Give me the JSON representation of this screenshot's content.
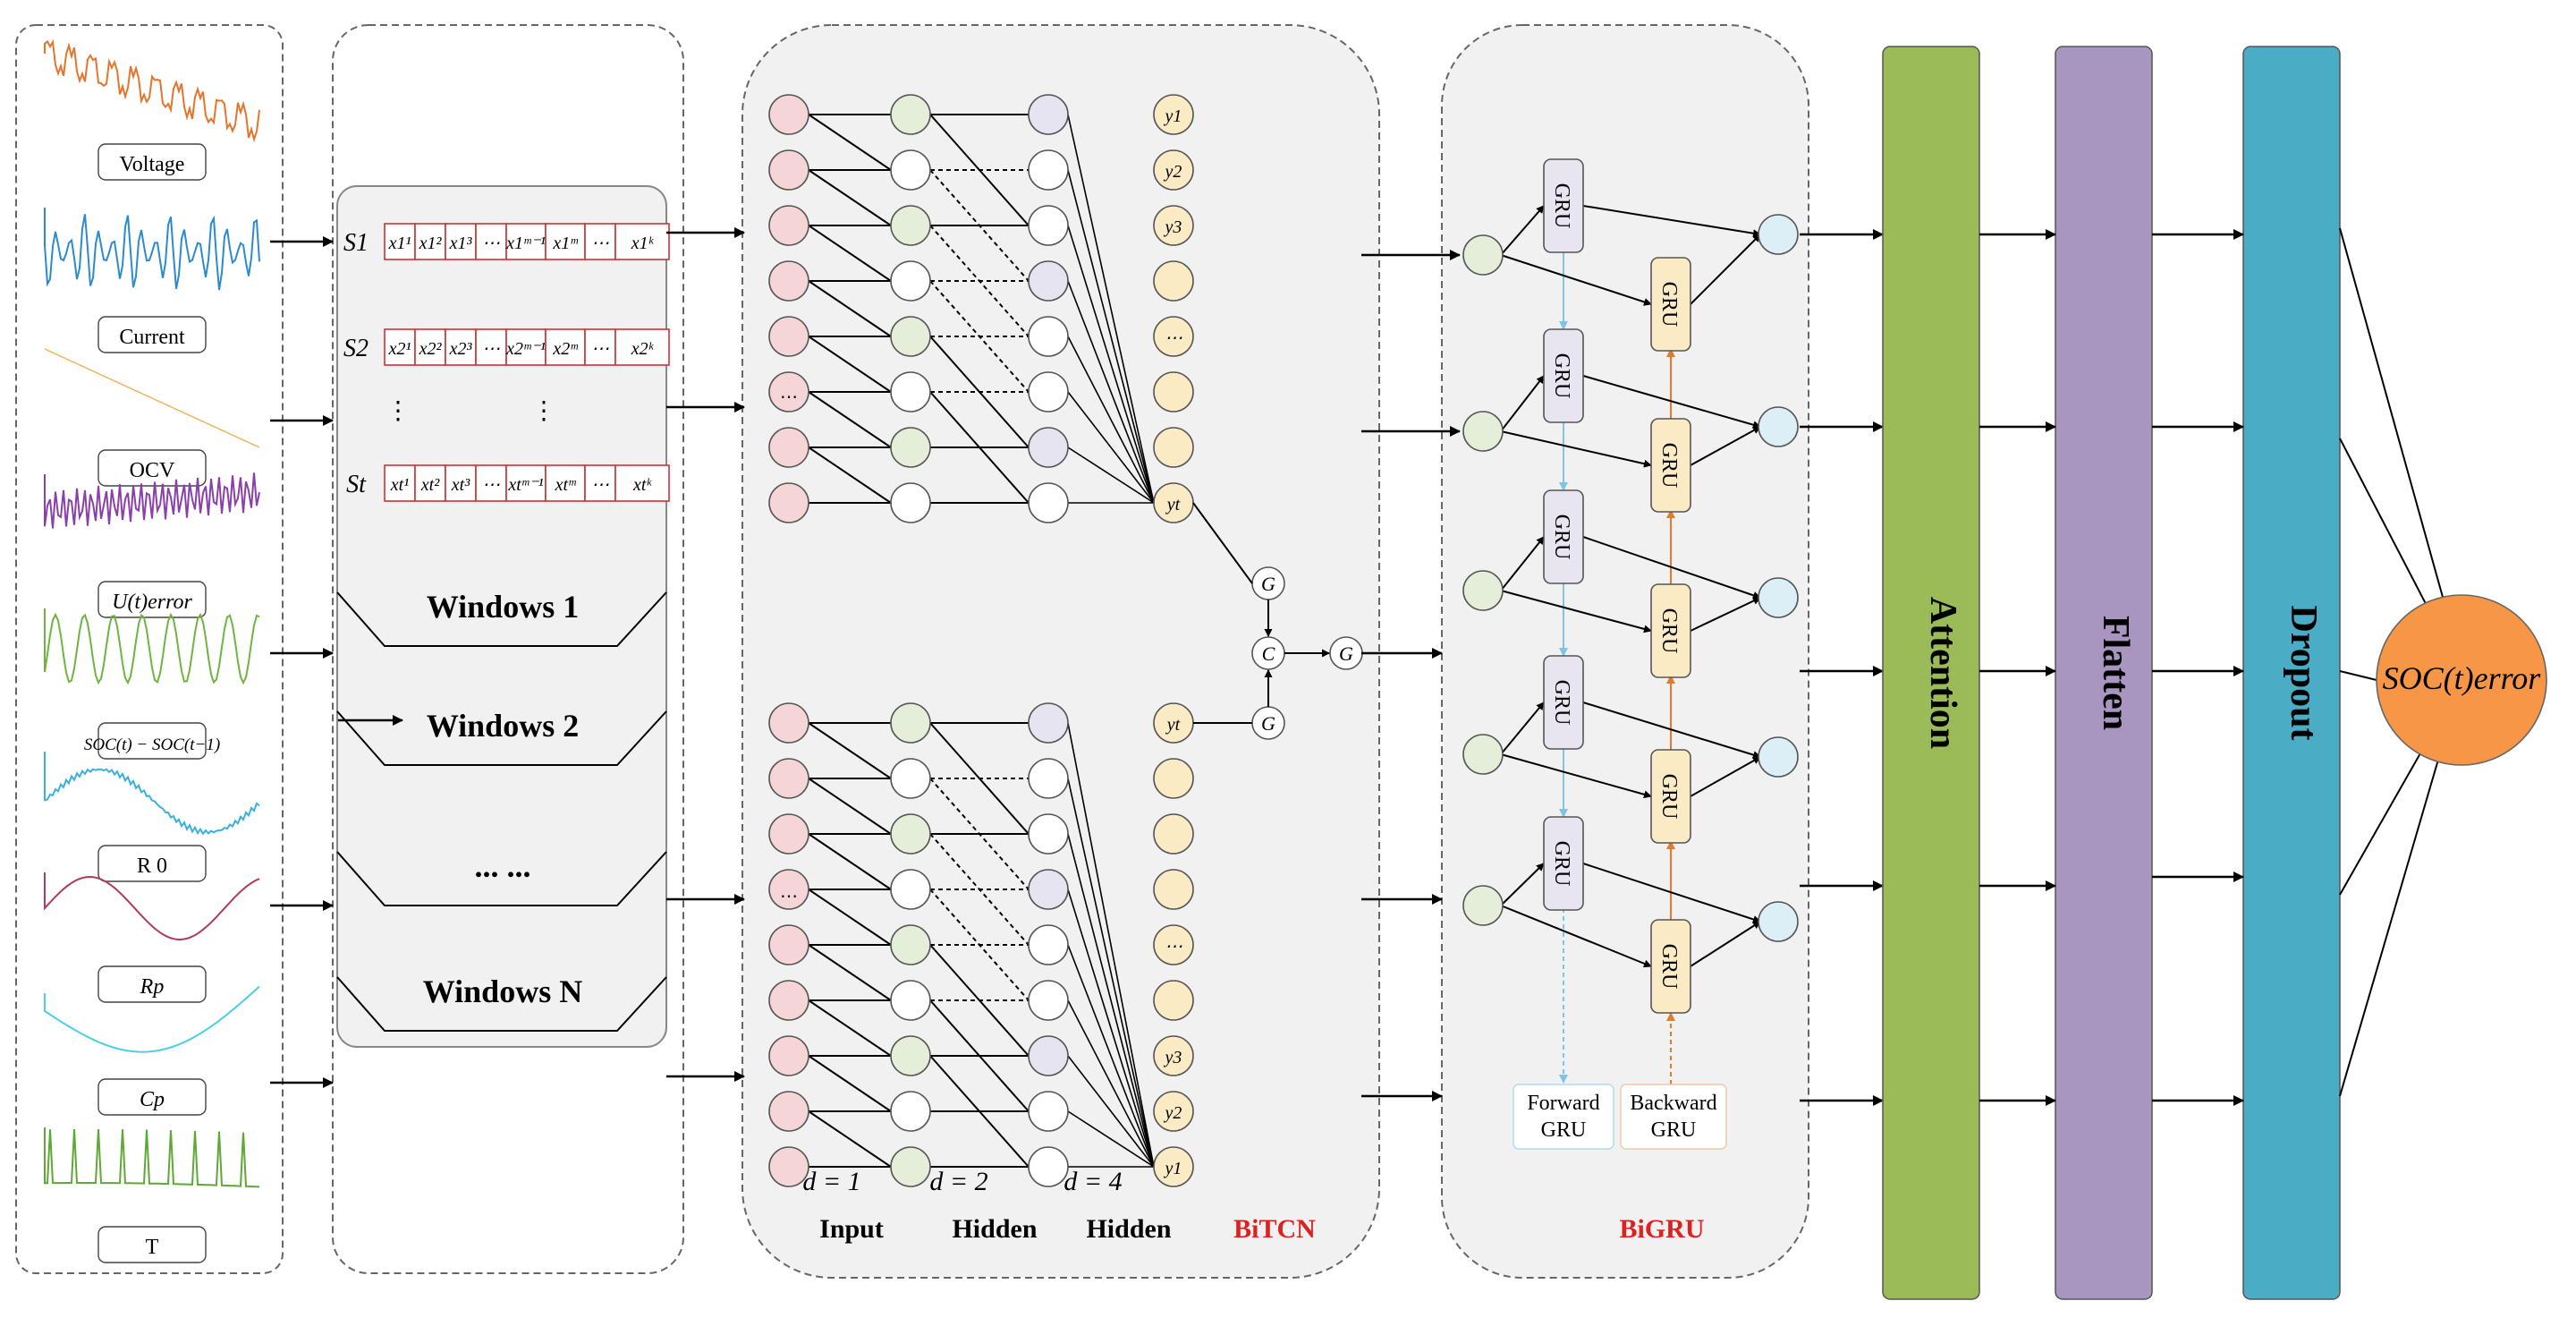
{
  "signals": [
    {
      "label": "Voltage",
      "color": "#E8742B"
    },
    {
      "label": "Current",
      "color": "#2A8BD0"
    },
    {
      "label": "OCV",
      "color": "#F2B45E"
    },
    {
      "label": "U(t)error",
      "color": "#8A3FAA"
    },
    {
      "label": "SOC(t) − SOC(t−1)",
      "color": "#6FB43F"
    },
    {
      "label": "R 0",
      "color": "#3BB0DD"
    },
    {
      "label": "Rp",
      "color": "#B03A5A"
    },
    {
      "label": "Cp",
      "color": "#47D0E8"
    },
    {
      "label": "T",
      "color": "#5FA836"
    }
  ],
  "sequences": {
    "rows": [
      {
        "label": "S1",
        "cells": [
          "x1¹",
          "x1²",
          "x1³",
          "⋯",
          "x1ᵐ⁻¹",
          "x1ᵐ",
          "⋯",
          "x1ᵏ"
        ]
      },
      {
        "label": "S2",
        "cells": [
          "x2¹",
          "x2²",
          "x2³",
          "⋯",
          "x2ᵐ⁻¹",
          "x2ᵐ",
          "⋯",
          "x2ᵏ"
        ]
      },
      {
        "label": "St",
        "cells": [
          "xt¹",
          "xt²",
          "xt³",
          "⋯",
          "xtᵐ⁻¹",
          "xtᵐ",
          "⋯",
          "xtᵏ"
        ]
      }
    ],
    "ellipsis": "⋮"
  },
  "windows": [
    "Windows 1",
    "Windows 2",
    "... ...",
    "Windows N"
  ],
  "bitcn": {
    "title": "BiTCN",
    "title_color": "#E02020",
    "dilations": [
      "d = 1",
      "d = 2",
      "d = 4"
    ],
    "layer_labels": [
      "Input",
      "Hidden",
      "Hidden"
    ],
    "outputs_top": [
      "y1",
      "y2",
      "y3",
      "",
      "⋯",
      "",
      "",
      "yt"
    ],
    "outputs_bottom": [
      "yt",
      "",
      "",
      "",
      "⋯",
      "",
      "y3",
      "y2",
      "y1"
    ],
    "input_symbols": [
      "⋯"
    ],
    "merge": {
      "g_forward": "G",
      "g_backward": "G",
      "concat": "C",
      "g_out": "G"
    }
  },
  "bigru": {
    "title": "BiGRU",
    "title_color": "#E02020",
    "cell_label": "GRU",
    "forward_label": "Forward GRU",
    "backward_label": "Backward GRU"
  },
  "layers": [
    {
      "label": "Attention",
      "color": "#9BBB59"
    },
    {
      "label": "Flatten",
      "color": "#A896C0"
    },
    {
      "label": "Dropout",
      "color": "#4BACC6"
    }
  ],
  "output": {
    "label": "SOC(t)error",
    "color": "#F79646"
  },
  "colors": {
    "node_input": "#F5D5D5",
    "node_hidden1": "#E4EED8",
    "node_hidden2": "#E6E4F0",
    "node_output": "#FBEBC4",
    "gru_forward": "#E8E4F0",
    "gru_backward": "#FBEBC4",
    "out_node": "#DCEEF6",
    "panel_fill": "#F1F1F1",
    "forward_arrow": "#7FC4E6",
    "backward_arrow": "#E57A2A",
    "seq_border": "#CC3333"
  }
}
